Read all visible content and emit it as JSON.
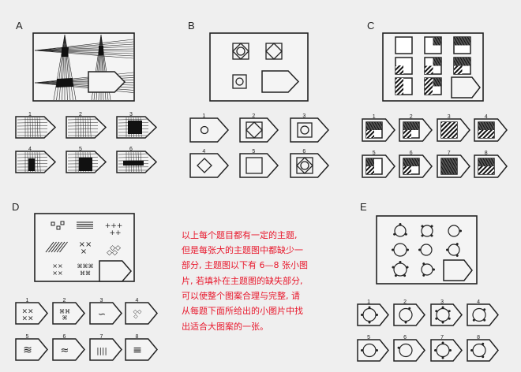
{
  "puzzles": [
    {
      "id": "A",
      "label": "A",
      "options": [
        "1",
        "2",
        "3",
        "4",
        "5",
        "6"
      ]
    },
    {
      "id": "B",
      "label": "B",
      "options": [
        "1",
        "2",
        "3",
        "4",
        "5",
        "6"
      ]
    },
    {
      "id": "C",
      "label": "C",
      "options": [
        "1",
        "2",
        "3",
        "4",
        "5",
        "6",
        "7",
        "8"
      ]
    },
    {
      "id": "D",
      "label": "D",
      "options": [
        "1",
        "2",
        "3",
        "4",
        "5",
        "6",
        "7",
        "8"
      ]
    },
    {
      "id": "E",
      "label": "E",
      "options": [
        "1",
        "2",
        "3",
        "4",
        "5",
        "6",
        "7",
        "8"
      ]
    }
  ],
  "instructions": [
    "以上每个题目都有一定的主题,",
    "但是每张大的主题图中都缺少一",
    "部分, 主题图以下有 6—8 张小图",
    "片, 若填补在主题图的缺失部分,",
    "可以使整个图案合理与完整, 请",
    "从每题下面所给出的小图片中找",
    "出适合大图案的一张。"
  ],
  "colors": {
    "background": "#efefef",
    "instruction_text": "#e8182c",
    "ink": "#222222"
  }
}
